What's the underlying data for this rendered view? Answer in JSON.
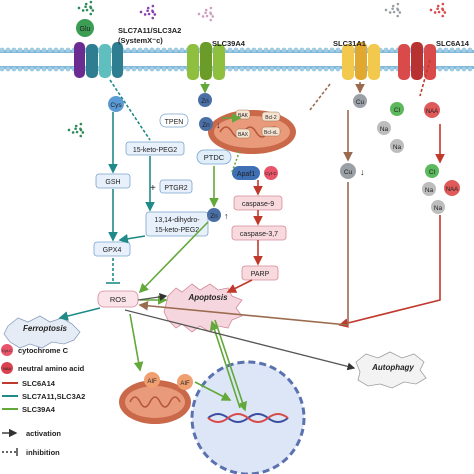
{
  "membrane": {
    "transporters": {
      "slc7a11": "SLC7A11/SLC3A2",
      "systemxc": "(SystemX⁻c)",
      "slc39a4": "SLC39A4",
      "slc31a1": "SLC31A1",
      "slc6a14": "SLC6A14"
    },
    "ligands": {
      "glu": "Glu",
      "cys": "Cys",
      "zn": "Zn",
      "cu": "Cu",
      "cl": "Cl",
      "na": "Na",
      "naa": "NAA"
    }
  },
  "nodes": {
    "tpen": "TPEN",
    "pge2": "15-keto-PEG2",
    "ptgr2": "PTGR2",
    "dihydro1": "13,14-dihydro-",
    "dihydro2": "15-keto-PEG2",
    "gsh": "GSH",
    "gpx4": "GPX4",
    "ptdc": "PTDC",
    "apaf1": "Apaf1",
    "cytc": "Cyt-C",
    "casp9": "caspase-9",
    "casp37": "caspase-3,7",
    "parp": "PARP",
    "ros": "ROS",
    "apoptosis": "Apoptosis",
    "ferroptosis": "Ferroptosis",
    "autophagy": "Autophagy",
    "aif": "AIF",
    "bak": "BAK",
    "bax": "BAX",
    "bcl2": "Bcl-2",
    "bclxl": "Bcl-xL",
    "arrow_up": "↑",
    "arrow_down": "↓"
  },
  "legend": {
    "items": [
      {
        "label": "cytochrome C",
        "icon": "cytochrome-c-icon",
        "color": "#e8546a"
      },
      {
        "label": "neutral amino acid",
        "icon": "neutral-amino-acid-icon",
        "color": "#d9414e"
      },
      {
        "label": "SLC6A14",
        "icon": "red-line",
        "color": "#c0392b"
      },
      {
        "label": "SLC7A11,SLC3A2",
        "icon": "teal-line",
        "color": "#1f8a87"
      },
      {
        "label": "SLC39A4",
        "icon": "green-line",
        "color": "#62a83a"
      },
      {
        "label": "activation",
        "icon": "solid-arrow",
        "color": "#222222"
      },
      {
        "label": "inhibition",
        "icon": "dashed-line",
        "color": "#222222"
      }
    ],
    "icon_text": {
      "cytc": "Cyt-C",
      "naa": "NAA"
    }
  },
  "colors": {
    "teal": "#1f8a87",
    "green": "#62a83a",
    "brown": "#9a6b4f",
    "red": "#c0392b",
    "membrane": "#7fb8d8"
  }
}
